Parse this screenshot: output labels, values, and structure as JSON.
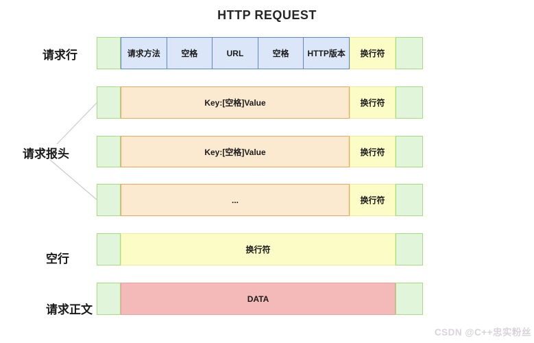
{
  "title": "HTTP REQUEST",
  "labels": {
    "request_line": "请求行",
    "request_headers": "请求报头",
    "blank_line": "空行",
    "request_body": "请求正文"
  },
  "rows": [
    {
      "name": "request-line",
      "cells": [
        "请求方法",
        "空格",
        "URL",
        "空格",
        "HTTP版本"
      ],
      "newline": "换行符"
    },
    {
      "name": "header-row-1",
      "content": "Key:[空格]Value",
      "newline": "换行符"
    },
    {
      "name": "header-row-2",
      "content": "Key:[空格]Value",
      "newline": "换行符"
    },
    {
      "name": "header-row-3",
      "content": "...",
      "newline": "换行符"
    },
    {
      "name": "blank-line",
      "content": "换行符"
    },
    {
      "name": "request-body",
      "content": "DATA"
    }
  ],
  "watermark": "CSDN @C++忠实粉丝",
  "colors": {
    "green_fill": "#e1f5da",
    "green_border": "#a6db7e",
    "blue_fill": "#dbe7f9",
    "blue_border": "#5f85d2",
    "yellow_fill": "#fcfcc6",
    "yellow_border": "#ededa0",
    "orange_fill": "#fbe9d0",
    "orange_border": "#eda65e",
    "red_fill": "#f4b9b9",
    "red_border": "#ec9e9e",
    "connector": "#c9c9c9",
    "watermark": "#d8d5d8"
  }
}
